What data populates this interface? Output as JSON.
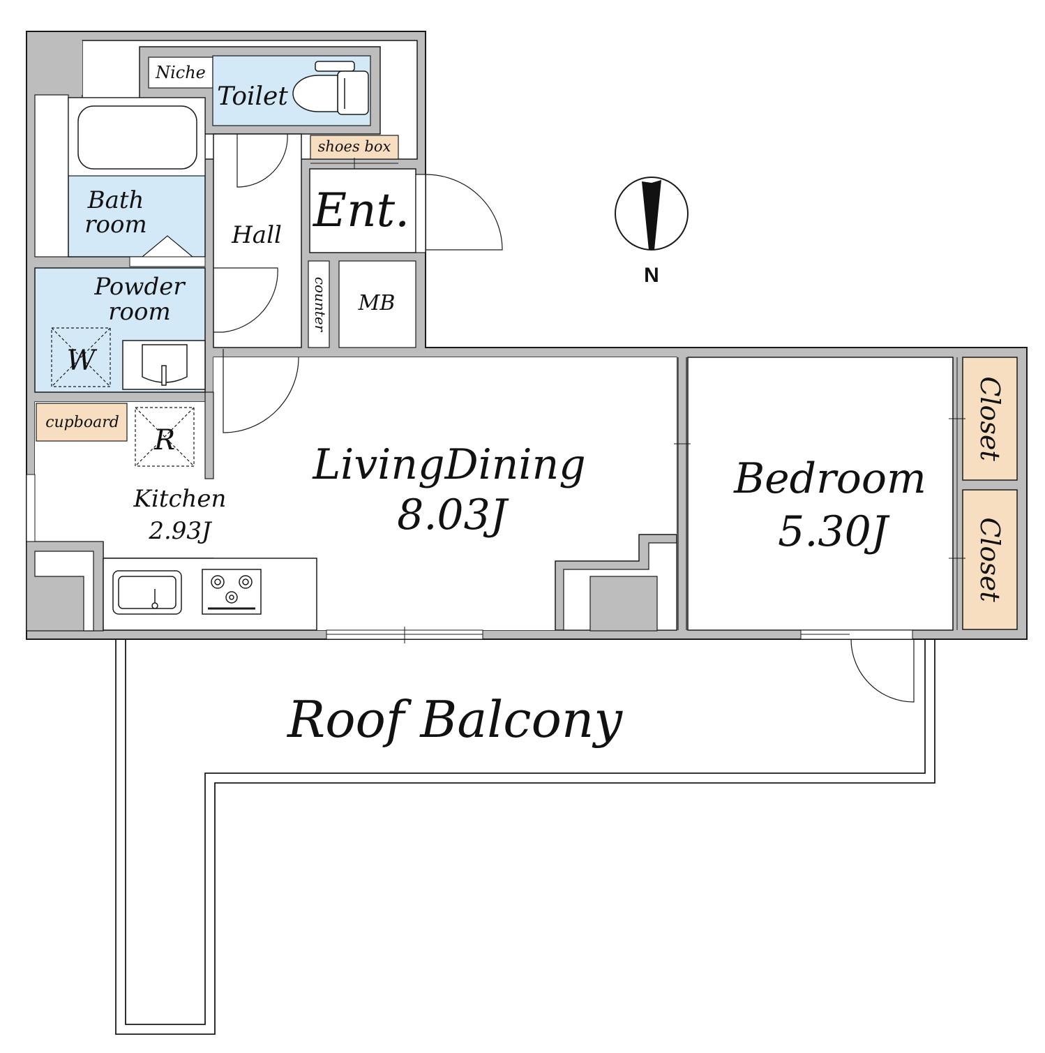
{
  "colors": {
    "wall": "#bdbdbd",
    "wet_area": "#d4e9f7",
    "storage": "#f8dec0",
    "line": "#1a1a1a",
    "background": "#ffffff"
  },
  "rooms": {
    "niche": "Niche",
    "toilet": "Toilet",
    "bath_line1": "Bath",
    "bath_line2": "room",
    "shoes_box": "shoes box",
    "entrance": "Ent.",
    "hall": "Hall",
    "powder_line1": "Powder",
    "powder_line2": "room",
    "washer": "W",
    "counter": "counter",
    "meter_box": "MB",
    "cupboard": "cupboard",
    "refrigerator": "R",
    "kitchen_name": "Kitchen",
    "kitchen_size": "2.93J",
    "living_name": "LivingDining",
    "living_size": "8.03J",
    "bedroom_name": "Bedroom",
    "bedroom_size": "5.30J",
    "closet_1": "Closet",
    "closet_2": "Closet",
    "balcony": "Roof Balcony"
  },
  "compass": {
    "label": "N",
    "icon": "north-arrow-icon"
  }
}
